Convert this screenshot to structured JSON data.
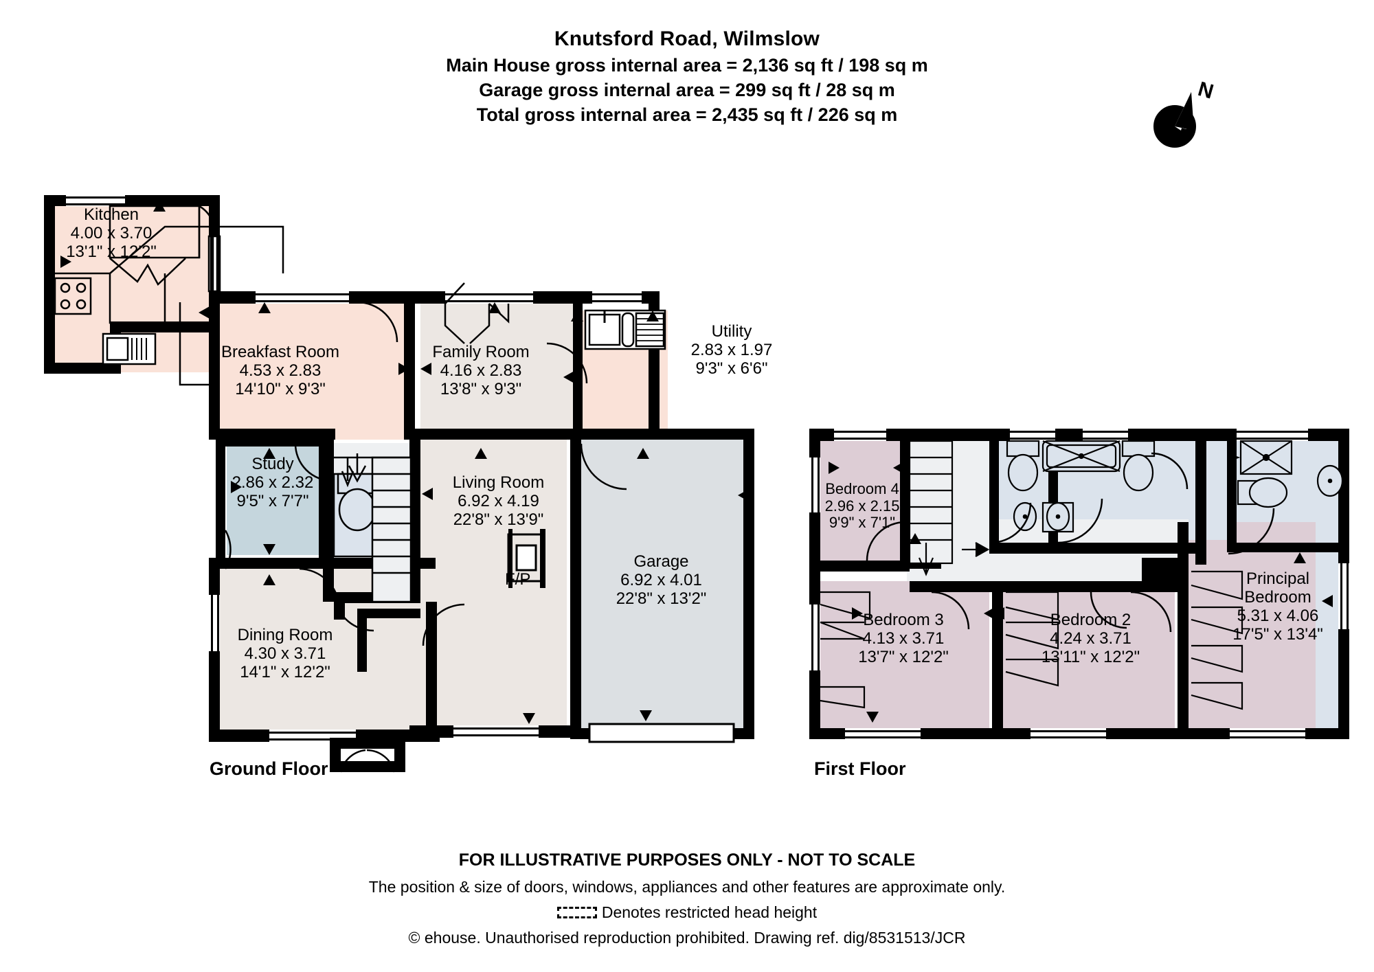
{
  "header": {
    "title": "Knutsford Road, Wilmslow",
    "line1": "Main House gross internal area = 2,136 sq ft / 198 sq m",
    "line2": "Garage gross internal area = 299 sq ft / 28 sq m",
    "line3": "Total gross internal area = 2,435 sq ft / 226 sq m"
  },
  "compass": {
    "north_label": "N"
  },
  "floors": [
    {
      "id": "ground",
      "label": "Ground Floor"
    },
    {
      "id": "first",
      "label": "First Floor"
    }
  ],
  "rooms": {
    "kitchen": {
      "name": "Kitchen",
      "metric": "4.00 x 3.70",
      "imperial": "13'1\" x 12'2\"",
      "color": "#fae2d8"
    },
    "breakfast": {
      "name": "Breakfast Room",
      "metric": "4.53 x 2.83",
      "imperial": "14'10\" x 9'3\"",
      "color": "#fae2d8"
    },
    "family": {
      "name": "Family Room",
      "metric": "4.16 x 2.83",
      "imperial": "13'8\" x 9'3\"",
      "color": "#ebe7e3"
    },
    "utility": {
      "name": "Utility",
      "metric": "2.83 x 1.97",
      "imperial": "9'3\" x 6'6\"",
      "color": "#fae2d8"
    },
    "study": {
      "name": "Study",
      "metric": "2.86 x 2.32",
      "imperial": "9'5\" x 7'7\"",
      "color": "#c5d6dd"
    },
    "living": {
      "name": "Living Room",
      "metric": "6.92 x 4.19",
      "imperial": "22'8\" x 13'9\"",
      "color": "#ece7e3"
    },
    "dining": {
      "name": "Dining Room",
      "metric": "4.30 x 3.71",
      "imperial": "14'1\" x 12'2\"",
      "color": "#ece7e3"
    },
    "garage": {
      "name": "Garage",
      "metric": "6.92 x 4.01",
      "imperial": "22'8\" x 13'2\"",
      "color": "#dce0e3"
    },
    "bedroom4": {
      "name": "Bedroom 4",
      "metric": "2.96 x 2.15",
      "imperial": "9'9\" x 7'1\"",
      "color": "#ddcdd5"
    },
    "bedroom3": {
      "name": "Bedroom 3",
      "metric": "4.13 x 3.71",
      "imperial": "13'7\" x 12'2\"",
      "color": "#ddcdd5"
    },
    "bedroom2": {
      "name": "Bedroom 2",
      "metric": "4.24 x 3.71",
      "imperial": "13'11\" x 12'2\"",
      "color": "#ddcdd5"
    },
    "principal": {
      "name": "Principal",
      "name2": "Bedroom",
      "metric": "5.31 x 4.06",
      "imperial": "17'5\" x 13'4\"",
      "color": "#ddcdd5"
    }
  },
  "annotations": {
    "fireplace": "F/P"
  },
  "footer": {
    "line1": "FOR ILLUSTRATIVE PURPOSES ONLY - NOT TO SCALE",
    "line2": "The position & size of doors, windows, appliances and other features are approximate only.",
    "line3": "Denotes restricted head height",
    "line4": "© ehouse. Unauthorised reproduction prohibited. Drawing ref. dig/8531513/JCR"
  },
  "palette": {
    "wall": "#000000",
    "pink": "#fae2d8",
    "grey": "#ece7e3",
    "blue_grey": "#c5d6dd",
    "garage_grey": "#dce0e3",
    "mauve": "#ddcdd5",
    "bath_blue": "#dbe3ec",
    "hall": "#efefef"
  }
}
